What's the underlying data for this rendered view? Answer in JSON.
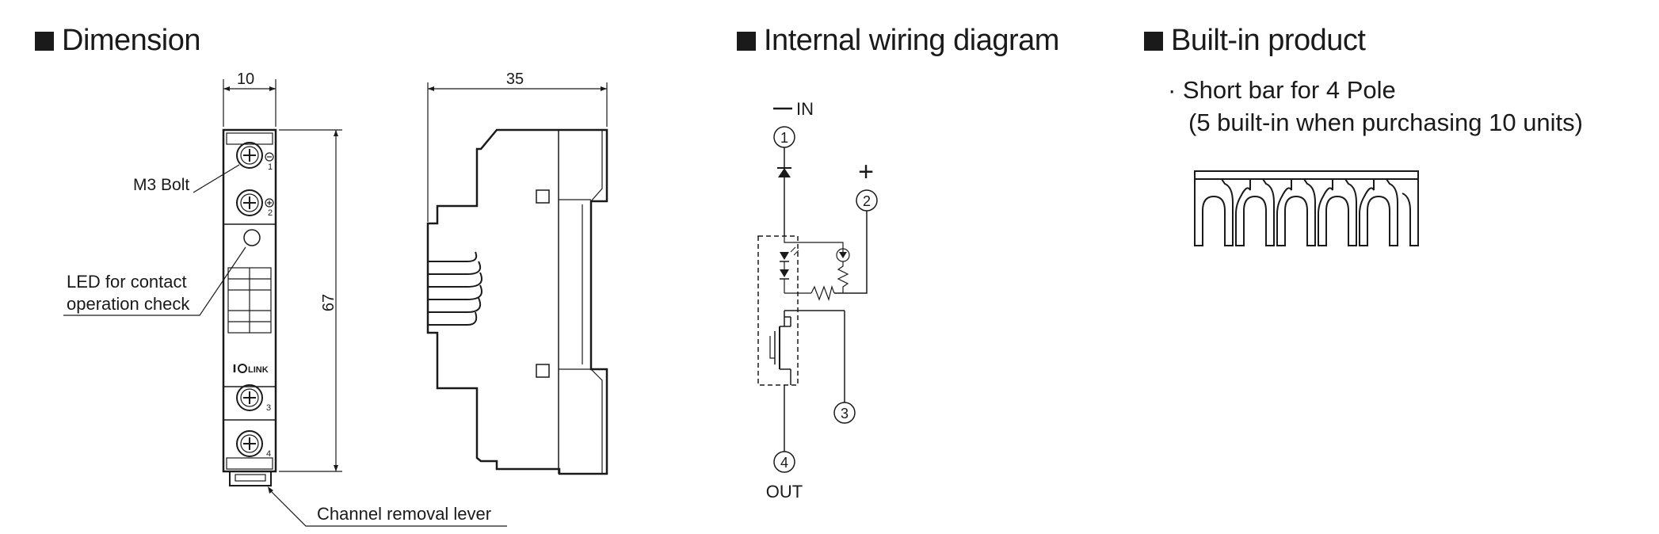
{
  "dimension": {
    "title": "Dimension",
    "width_label": "10",
    "depth_label": "35",
    "height_label": "67",
    "terminal_1": "1",
    "terminal_2": "2",
    "terminal_3": "3",
    "terminal_4": "4",
    "logo_text": "I O LINK",
    "callouts": {
      "bolt": "M3 Bolt",
      "led_line1": "LED for contact",
      "led_line2": "operation check",
      "lever": "Channel removal lever"
    }
  },
  "wiring": {
    "title": "Internal wiring diagram",
    "in_label": "IN",
    "out_label": "OUT",
    "plus_label": "+",
    "minus_label": "—",
    "nodes": [
      "1",
      "2",
      "3",
      "4"
    ]
  },
  "builtin": {
    "title": "Built-in product",
    "line1": "· Short bar for 4 Pole",
    "line2": "(5 built-in when purchasing 10 units)"
  }
}
